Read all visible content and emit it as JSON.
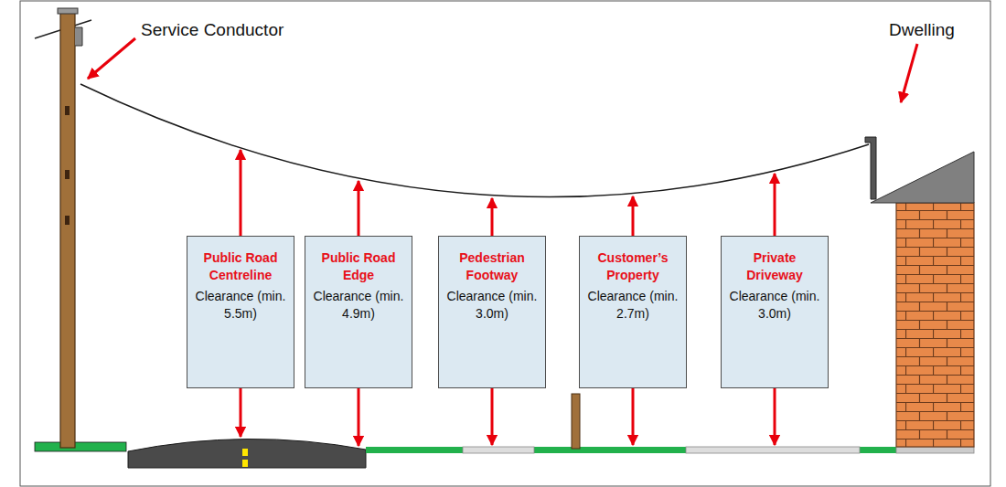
{
  "diagram": {
    "nodes": [
      {
        "text": [
          "Public Road Centreline",
          "Clearance (min. 5.5m)"
        ]
      },
      {
        "text": [
          "Public Road Edge",
          "Clearance (min. 4.9m)"
        ]
      },
      {
        "text": [
          "Pedestrian Footway",
          "Clearance (min. 3.0m)"
        ]
      },
      {
        "text": [
          "Customer’s Property",
          "Clearance (min. 2.7m)"
        ]
      },
      {
        "text": [
          "Private Driveway",
          "Clearance (min. 3.0m)"
        ]
      }
    ],
    "labels": [
      "Service Conductor",
      "Dwelling"
    ]
  }
}
